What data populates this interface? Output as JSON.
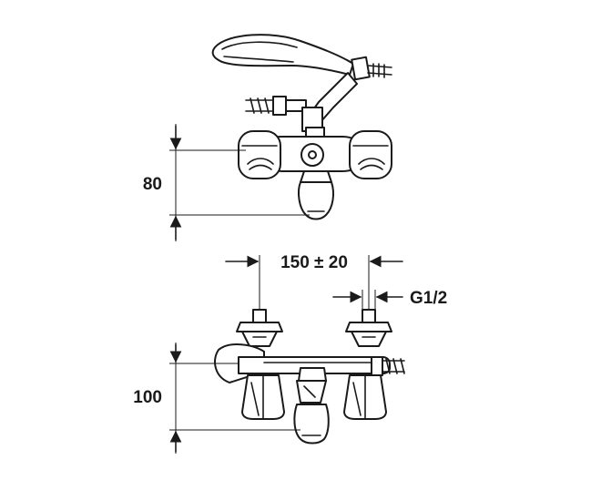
{
  "dimensions": {
    "height_top": "80",
    "center_distance": "150 ± 20",
    "thread": "G1/2",
    "height_bottom": "100"
  }
}
